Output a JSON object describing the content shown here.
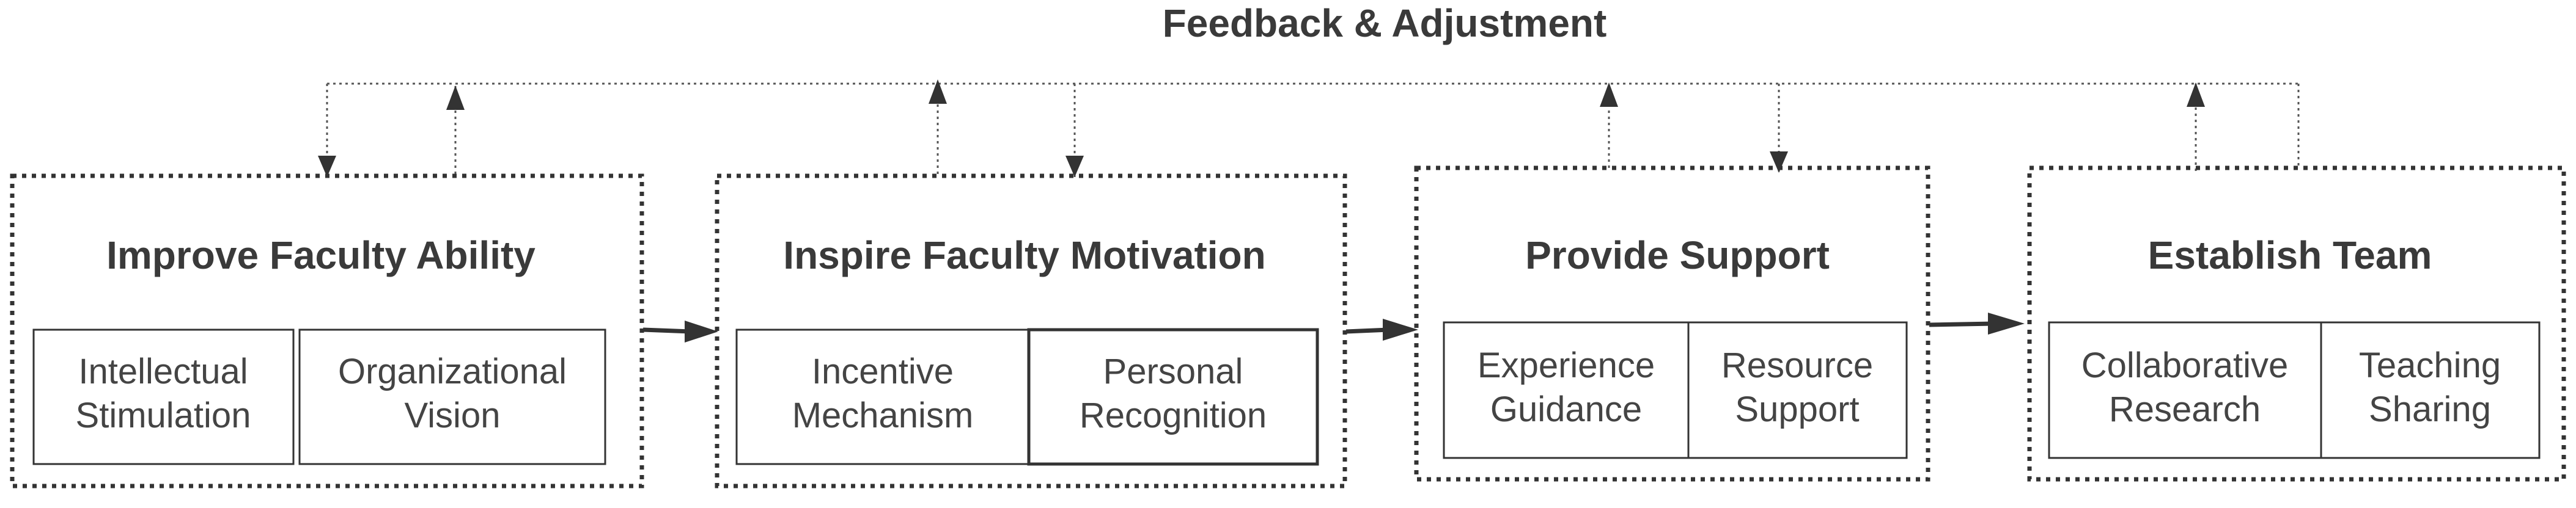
{
  "title": "Feedback & Adjustment",
  "stages": [
    {
      "title": "Improve Faculty Ability",
      "items": [
        {
          "line1": "Intellectual",
          "line2": "Stimulation"
        },
        {
          "line1": "Organizational",
          "line2": "Vision"
        }
      ]
    },
    {
      "title": "Inspire Faculty Motivation",
      "items": [
        {
          "line1": "Incentive",
          "line2": "Mechanism"
        },
        {
          "line1": "Personal",
          "line2": "Recognition"
        }
      ]
    },
    {
      "title": "Provide Support",
      "items": [
        {
          "line1": "Experience",
          "line2": "Guidance"
        },
        {
          "line1": "Resource",
          "line2": "Support"
        }
      ]
    },
    {
      "title": "Establish Team",
      "items": [
        {
          "line1": "Collaborative",
          "line2": "Research"
        },
        {
          "line1": "Teaching",
          "line2": "Sharing"
        }
      ]
    }
  ],
  "colors": {
    "stroke": "#333333",
    "dotted": "#555555",
    "text": "#3a3a3a"
  }
}
